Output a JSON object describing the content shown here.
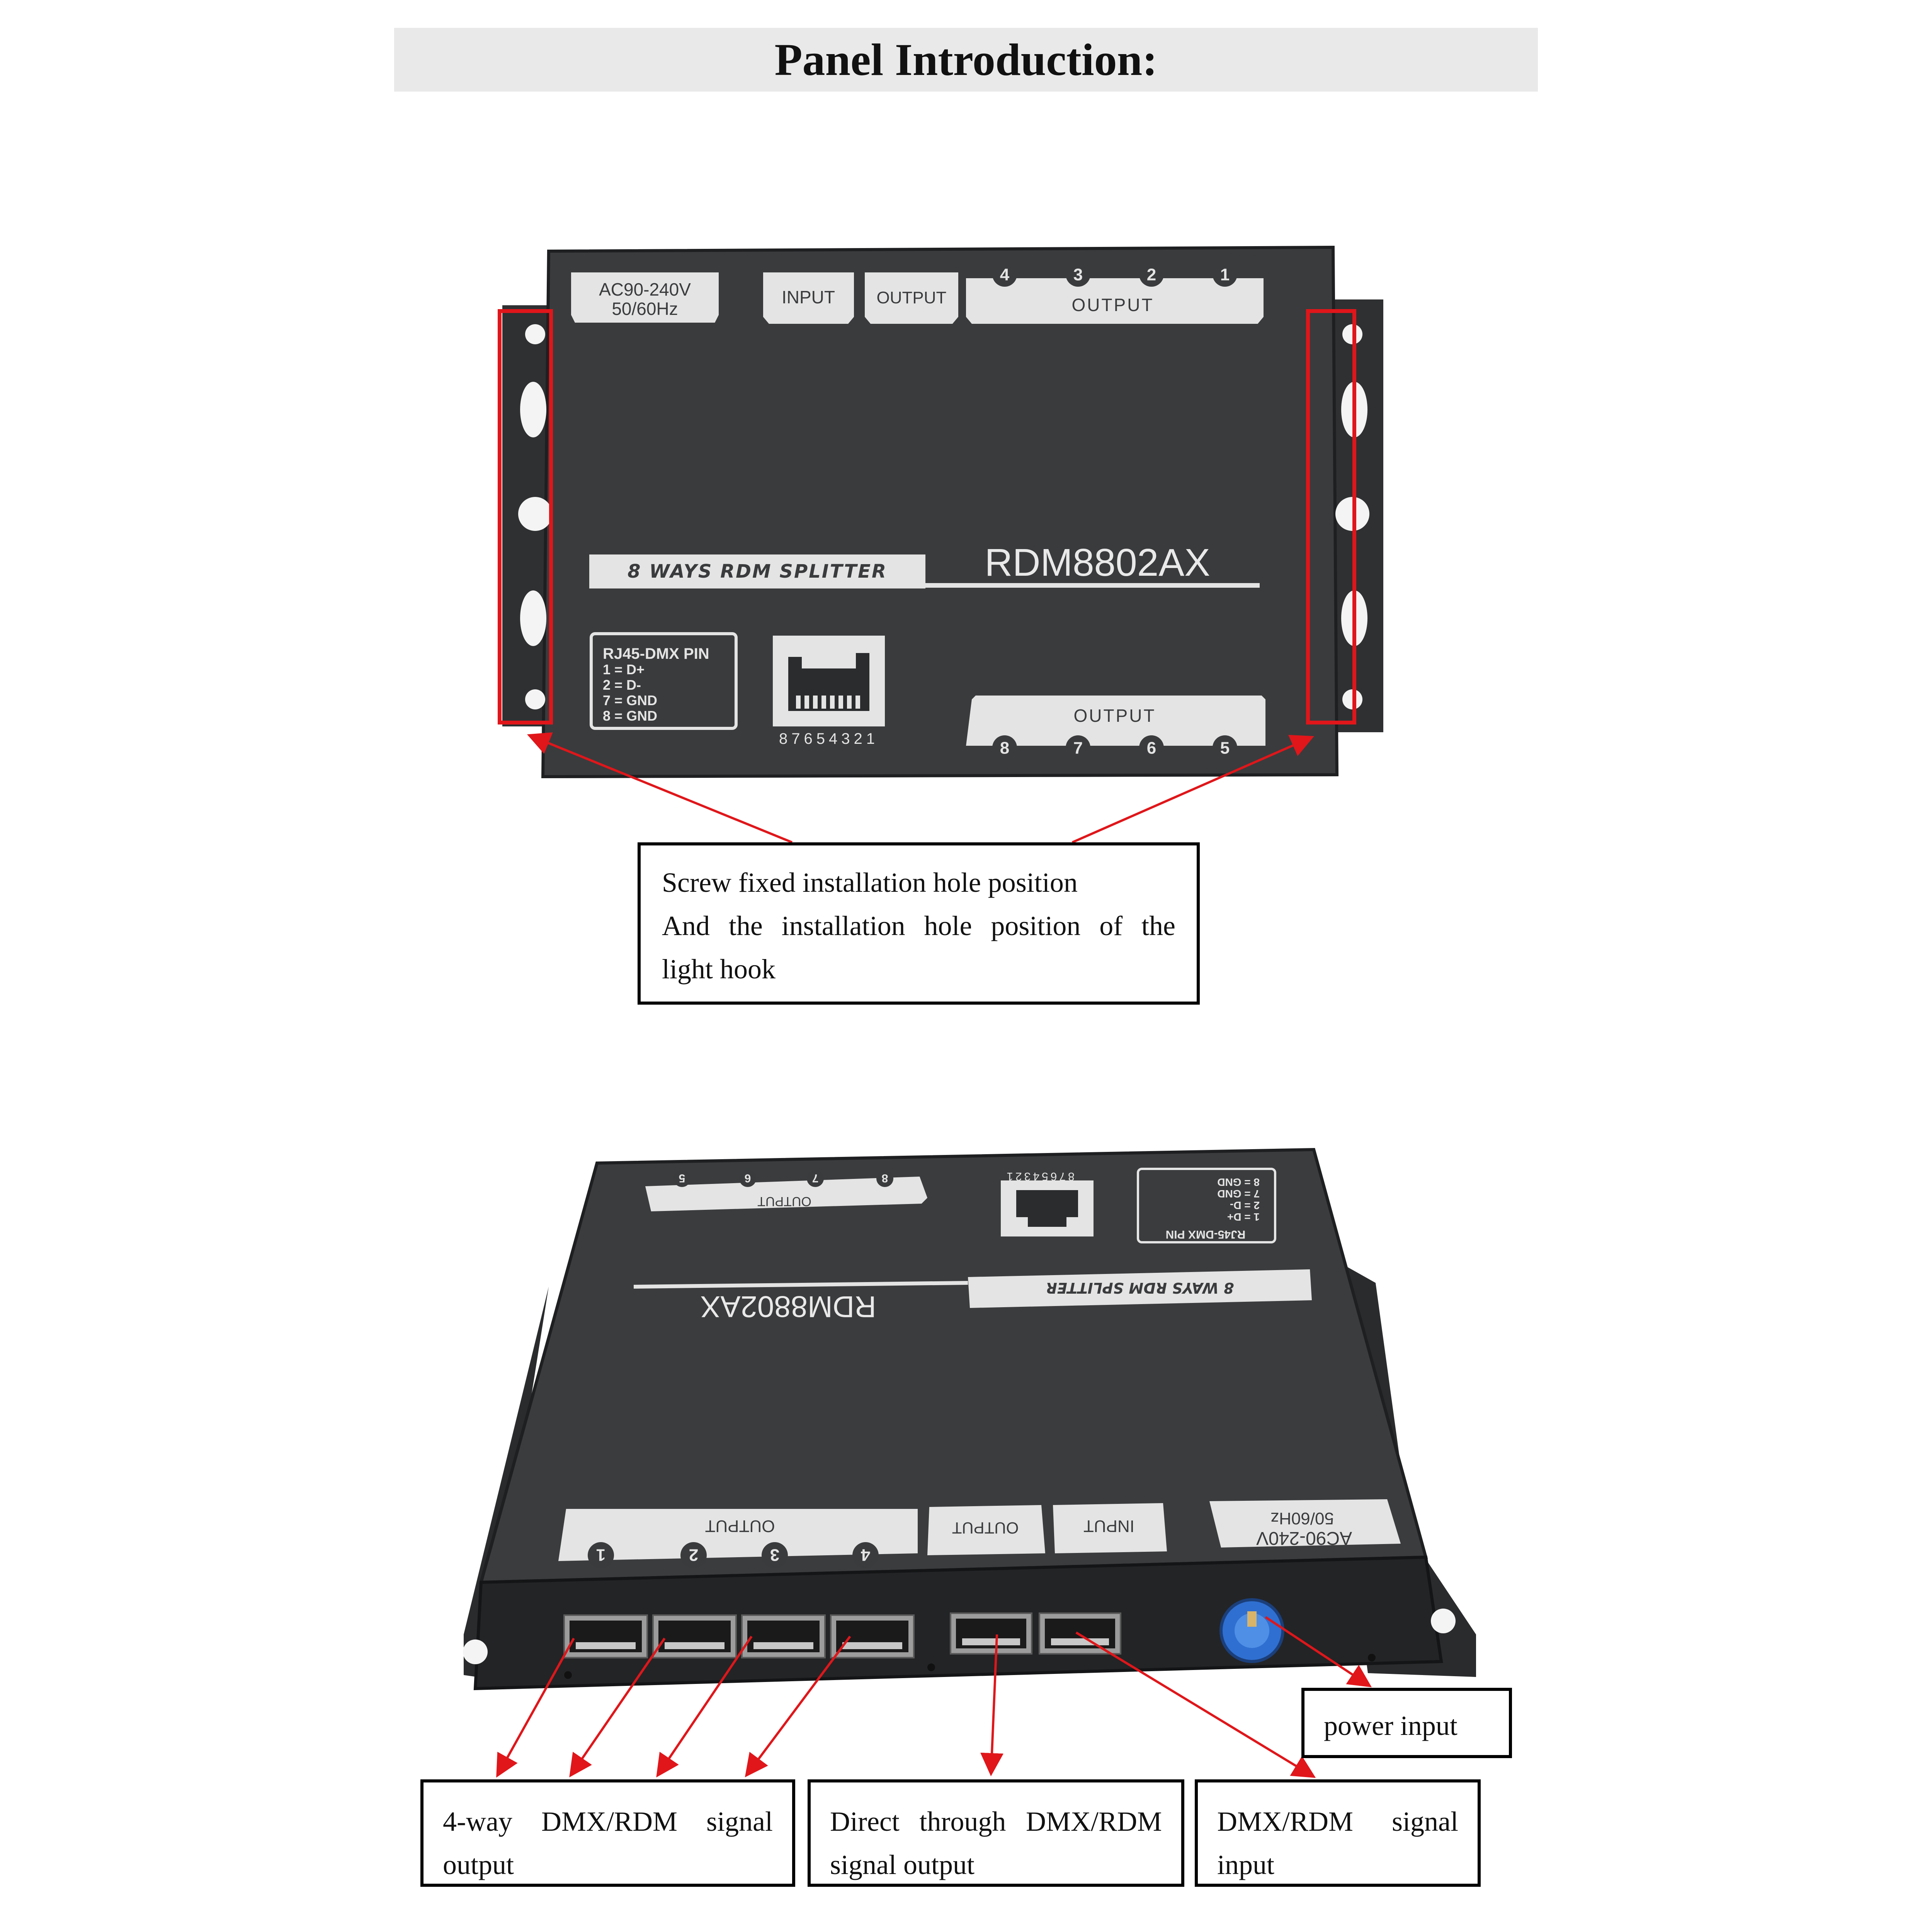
{
  "header": {
    "title": "Panel Introduction:"
  },
  "top_device": {
    "power_label_line1": "AC90-240V",
    "power_label_line2": "50/60Hz",
    "input_label": "INPUT",
    "output_label": "OUTPUT",
    "output_group_label": "OUTPUT",
    "output_ports_top": [
      "4",
      "3",
      "2",
      "1"
    ],
    "output_ports_bottom": [
      "8",
      "7",
      "6",
      "5"
    ],
    "model_strip": "8 WAYS RDM SPLITTER",
    "model_name": "RDM8802AX",
    "pin_title": "RJ45-DMX PIN",
    "pins": [
      "1 = D+",
      "2 = D-",
      "7 = GND",
      "8 = GND"
    ],
    "rj45_numbers": "87654321"
  },
  "bottom_device": {
    "power_label_line1": "AC90-240V",
    "power_label_line2": "50/60Hz",
    "input_label": "INPUT",
    "output_label": "OUTPUT",
    "output_group_label": "OUTPUT",
    "output_ports": [
      "1",
      "2",
      "3",
      "4"
    ],
    "rear_output_ports": [
      "5",
      "6",
      "7",
      "8"
    ],
    "model_strip": "8 WAYS RDM SPLITTER",
    "model_name": "RDM8802AX",
    "pin_title": "RJ45-DMX PIN",
    "pins": [
      "1 = D+",
      "2 = D-",
      "7 = GND",
      "8 = GND"
    ],
    "rj45_numbers": "87654321"
  },
  "callouts": {
    "screw": {
      "line1": "Screw fixed installation hole position",
      "line2": "And the installation hole position of the",
      "line3": "light hook"
    },
    "four_way": {
      "line1": "4-way DMX/RDM signal",
      "line2": "output"
    },
    "direct": {
      "line1": "Direct through DMX/RDM",
      "line2": "signal output"
    },
    "dmx_input": {
      "line1": "DMX/RDM signal",
      "line2": "input"
    },
    "power": {
      "text": "power input"
    }
  },
  "colors": {
    "device_body": "#3a3b3d",
    "device_edge": "#1e1f21",
    "label_plate": "#e4e4e4",
    "annotation_red": "#e0161a",
    "powercon_blue": "#2f6fd1"
  }
}
